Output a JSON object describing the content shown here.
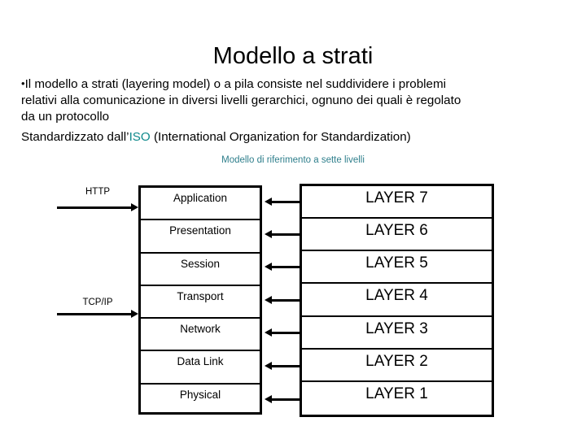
{
  "slide": {
    "title": "Modello a strati",
    "subtitle": "Modello di riferimento a sette livelli",
    "accent_color": "#0f8a8c",
    "subtitle_color": "#2f7f8c",
    "body": {
      "bullet_glyph": "•",
      "line1": "Il modello a strati (layering model) o a pila consiste nel suddividere i problemi",
      "line2": "relativi alla comunicazione in diversi livelli gerarchici, ognuno dei quali è regolato",
      "line3": "da un protocollo",
      "line4_pre": "Standardizzato dall’",
      "line4_accent": "ISO",
      "line4_post": " (International Organization for Standardization)"
    }
  },
  "diagram": {
    "osi_stack": {
      "rows": [
        {
          "label": "Application"
        },
        {
          "label": "Presentation"
        },
        {
          "label": "Session"
        },
        {
          "label": "Transport"
        },
        {
          "label": "Network"
        },
        {
          "label": "Data Link"
        },
        {
          "label": "Physical"
        }
      ]
    },
    "layer_stack": {
      "rows": [
        {
          "label": "LAYER 7"
        },
        {
          "label": "LAYER 6"
        },
        {
          "label": "LAYER 5"
        },
        {
          "label": "LAYER 4"
        },
        {
          "label": "LAYER 3"
        },
        {
          "label": "LAYER 2"
        },
        {
          "label": "LAYER 1"
        }
      ]
    },
    "input_arrows": [
      {
        "label": "HTTP"
      },
      {
        "label": "TCP/IP"
      }
    ]
  }
}
